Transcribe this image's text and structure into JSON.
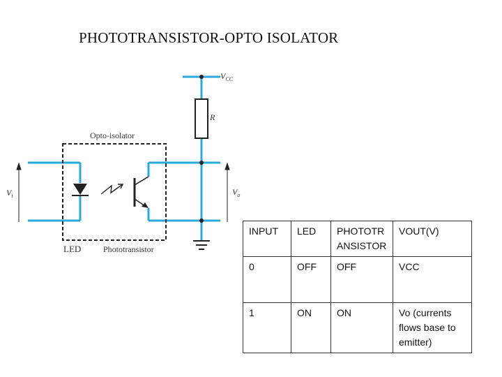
{
  "title": "PHOTOTRANSISTOR-OPTO ISOLATOR",
  "circuit": {
    "vcc_label": "V",
    "vcc_sub": "CC",
    "resistor_label": "R",
    "opto_label": "Opto-isolator",
    "vin_label": "V",
    "vin_sub": "i",
    "vout_label": "V",
    "vout_sub": "o",
    "led_label": "LED",
    "phototransistor_label": "Phototransistor",
    "wire_color": "#29a8dc"
  },
  "table": {
    "headers": [
      "INPUT",
      "LED",
      "PHOTOTR ANSISTOR",
      "VOUT(V)"
    ],
    "rows": [
      [
        "0",
        "OFF",
        "OFF",
        "VCC"
      ],
      [
        "1",
        "ON",
        "ON",
        "Vo (currents flows base to emitter)"
      ]
    ]
  }
}
